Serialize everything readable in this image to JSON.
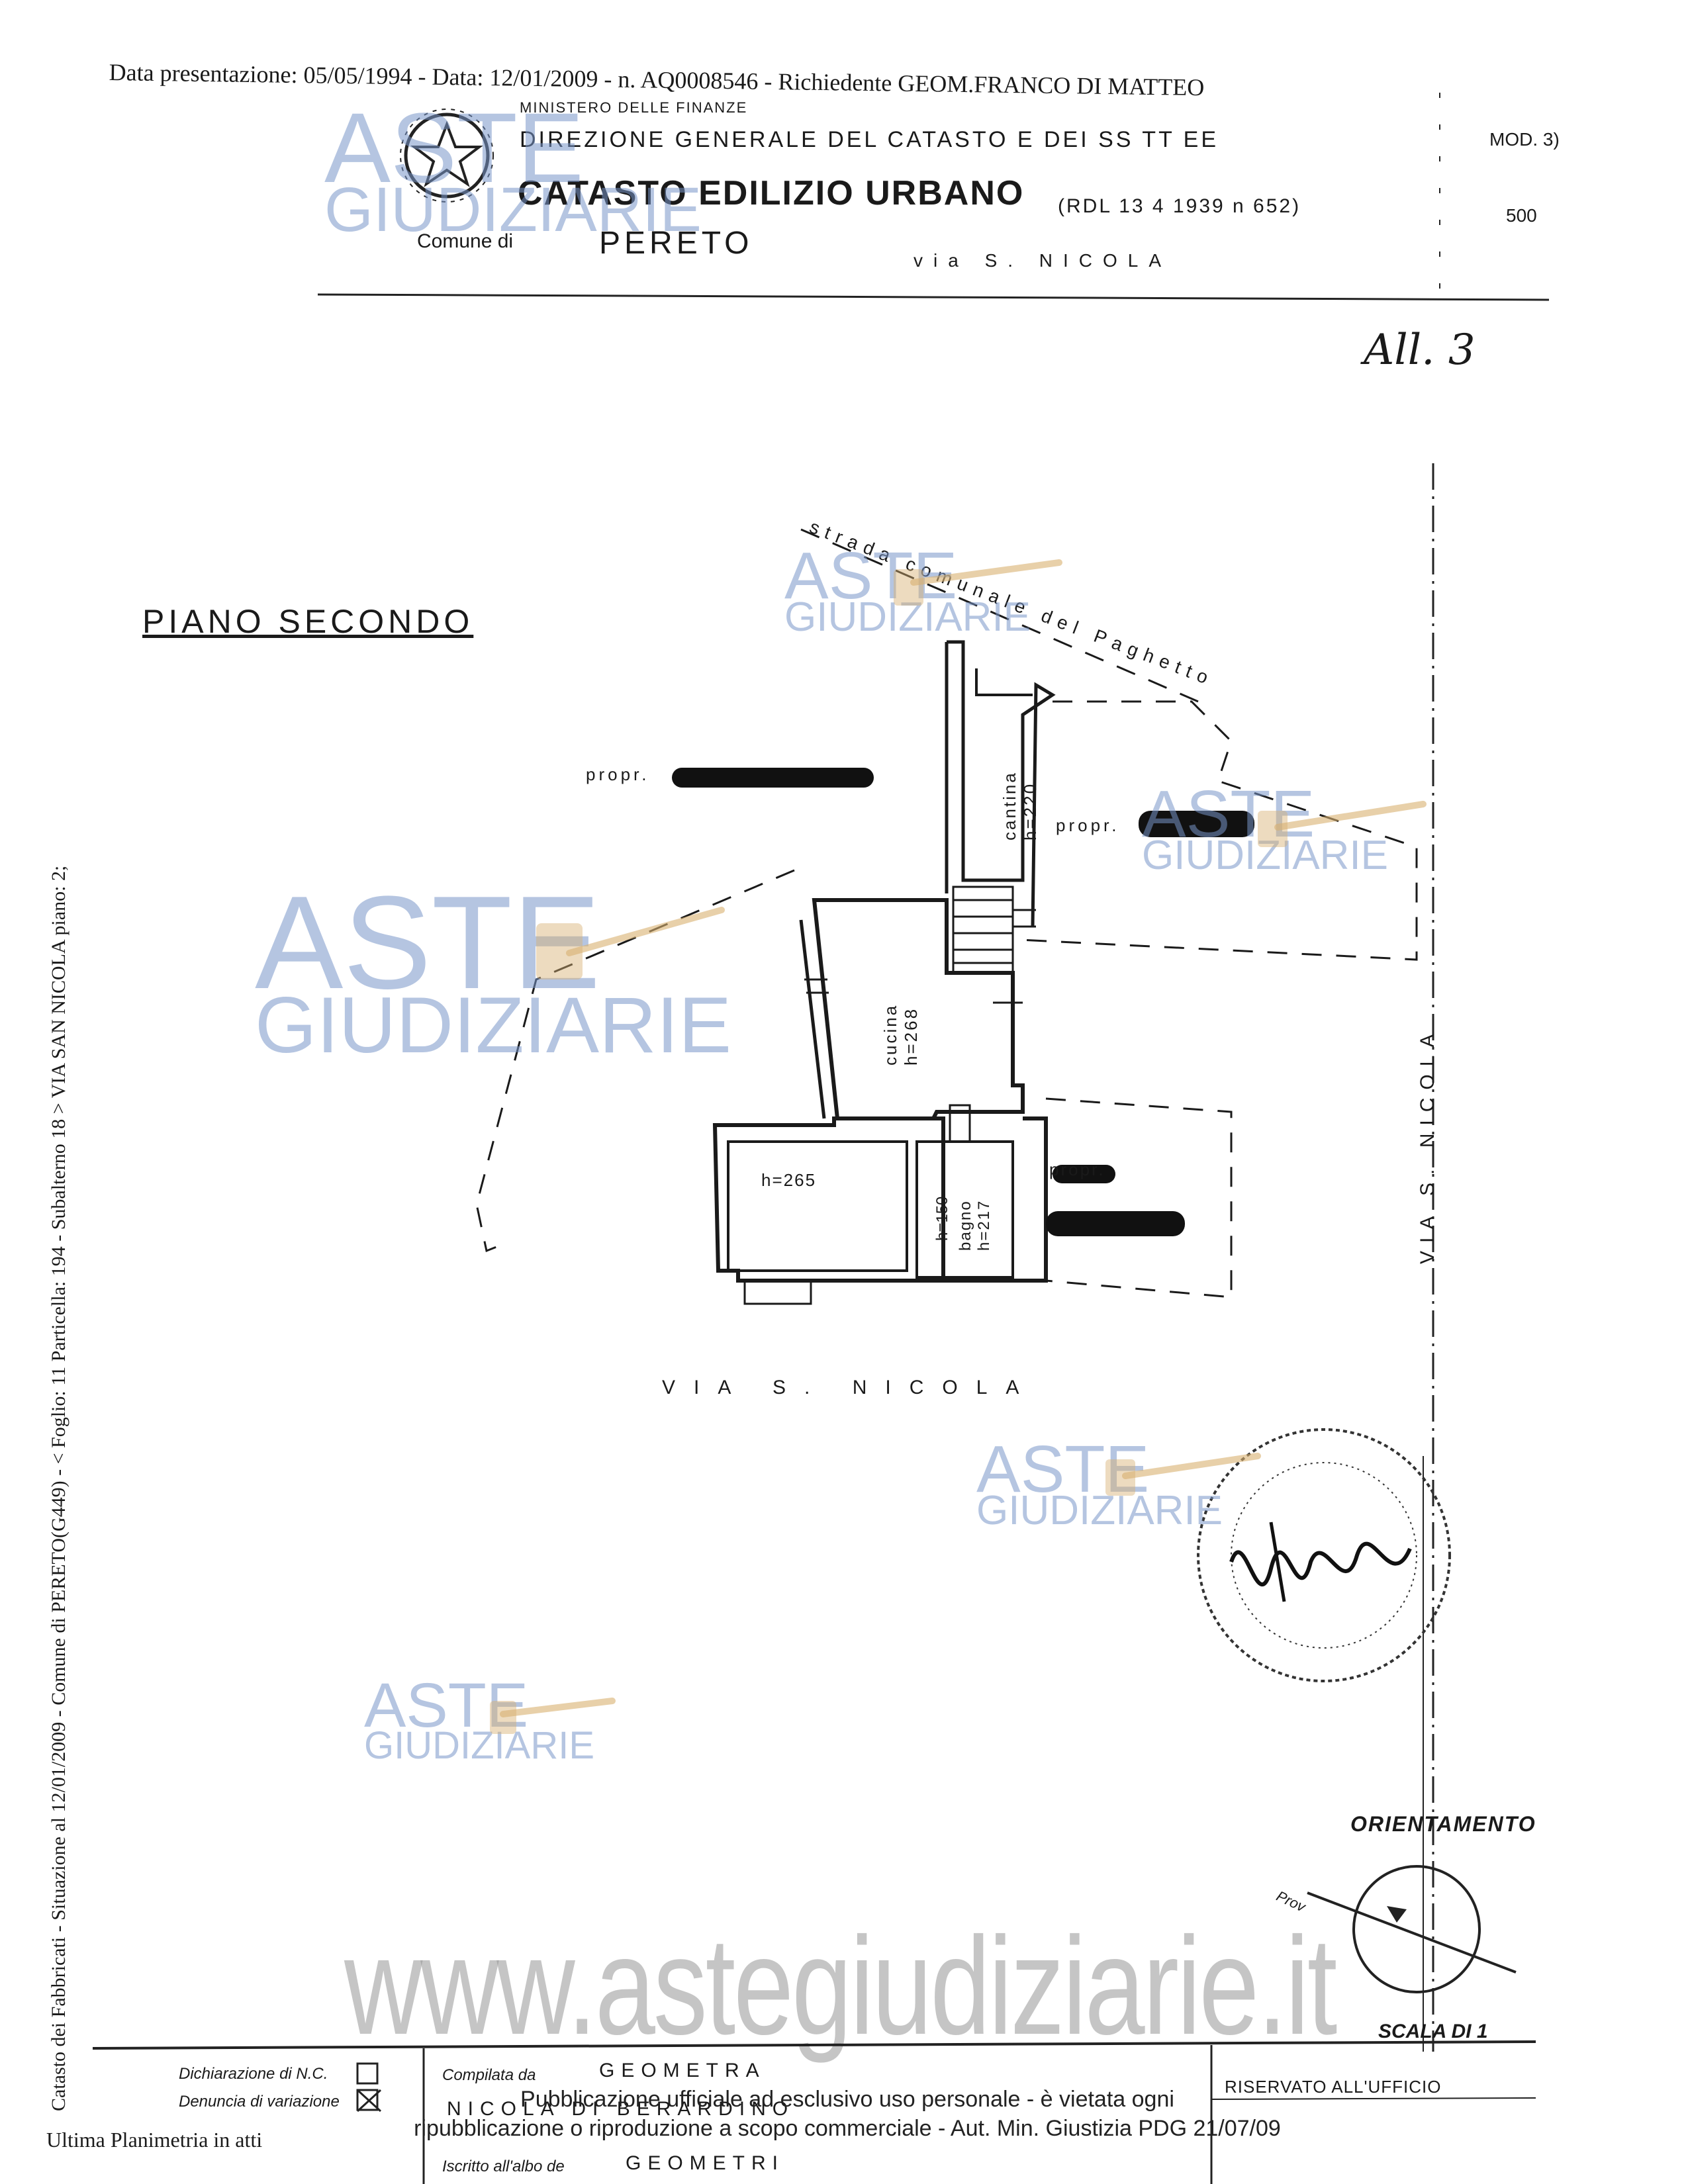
{
  "header": {
    "presentation_line": "Data presentazione: 05/05/1994 - Data: 12/01/2009 - n. AQ0008546 - Richiedente GEOM.FRANCO DI MATTEO",
    "ministry": "MINISTERO DELLE FINANZE",
    "direction": "DIREZIONE GENERALE DEL CATASTO E DEI SS TT EE",
    "registry": "CATASTO EDILIZIO URBANO",
    "law_ref": "(RDL 13 4 1939 n 652)",
    "comune_label": "Comune di",
    "comune": "PERETO",
    "via": "via S. NICOLA",
    "mod": "MOD. 3)",
    "scale_num": "500",
    "attachment": "All. 3"
  },
  "plan": {
    "title": "PIANO SECONDO",
    "rooms": [
      {
        "name": "cantina",
        "height": "h=220"
      },
      {
        "name": "cucina",
        "height": "h=268"
      },
      {
        "name": "",
        "height": "h=265"
      },
      {
        "name": "",
        "height": "h=150"
      },
      {
        "name": "bagno",
        "height": "h=217"
      }
    ],
    "propr_label": "propr.",
    "strada": "strada comunale del Paghetto",
    "street_bottom": "VIA S. NICOLA",
    "street_right": "VIA S. NICOLA"
  },
  "side_text": "Catasto dei Fabbricati - Situazione al 12/01/2009 - Comune di PERETO(G449) - < Foglio: 11 Particella: 194 - Subalterno 18 > VIA SAN NICOLA piano: 2;",
  "orientation": {
    "label": "ORIENTAMENTO",
    "scale": "SCALA DI 1",
    "prov": "Prov"
  },
  "form": {
    "row1_label": "Dichiarazione di N.C.",
    "row2_label": "Denuncia di variazione",
    "row3_label": "Ultima Planimetria in atti",
    "compilata_label": "Compilata da",
    "compilata_title": "GEOMETRA",
    "compilata_name": "NICOLA DI BERARDINO",
    "iscritto_label": "Iscritto all'albo de",
    "iscritto_value": "GEOMETRI",
    "riservato": "RISERVATO ALL'UFFICIO"
  },
  "watermark": {
    "brand_top": "ASTE",
    "brand_bottom": "GIUDIZIARIE",
    "site": "www.astegiudiziarie.it",
    "notice_line1": "Pubblicazione ufficiale ad esclusivo uso personale - è vietata ogni",
    "notice_line2": "ripubblicazione o riproduzione a scopo commerciale - Aut. Min. Giustizia PDG 21/07/09"
  },
  "colors": {
    "ink": "#1a1a1a",
    "watermark_blue": "#7896c8",
    "watermark_gold": "#d8b070",
    "redaction": "#111111"
  }
}
